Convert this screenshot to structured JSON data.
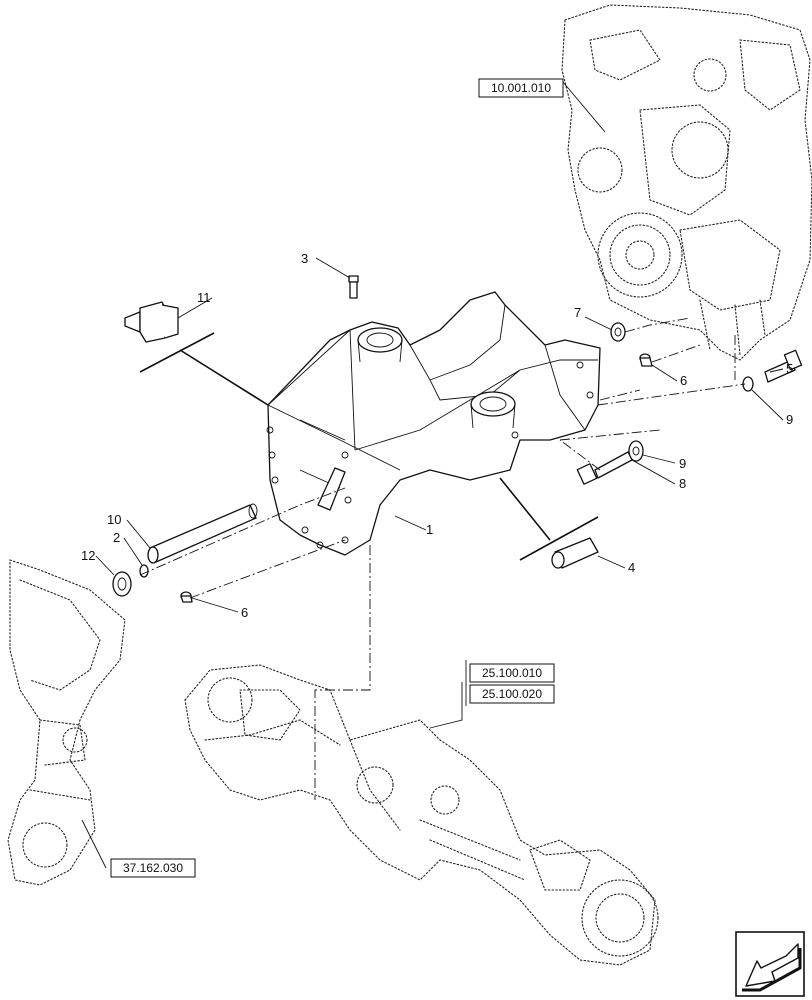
{
  "callouts": {
    "c1": "1",
    "c2": "2",
    "c3": "3",
    "c4": "4",
    "c5": "5",
    "c6a": "6",
    "c6b": "6",
    "c7": "7",
    "c8": "8",
    "c9a": "9",
    "c9b": "9",
    "c10": "10",
    "c11": "11",
    "c12": "12"
  },
  "references": {
    "engine": "10.001.010",
    "axle_a": "25.100.010",
    "axle_b": "25.100.020",
    "suspension": "37.162.030"
  },
  "nav": {
    "icon": "arrow-down-left-icon"
  }
}
